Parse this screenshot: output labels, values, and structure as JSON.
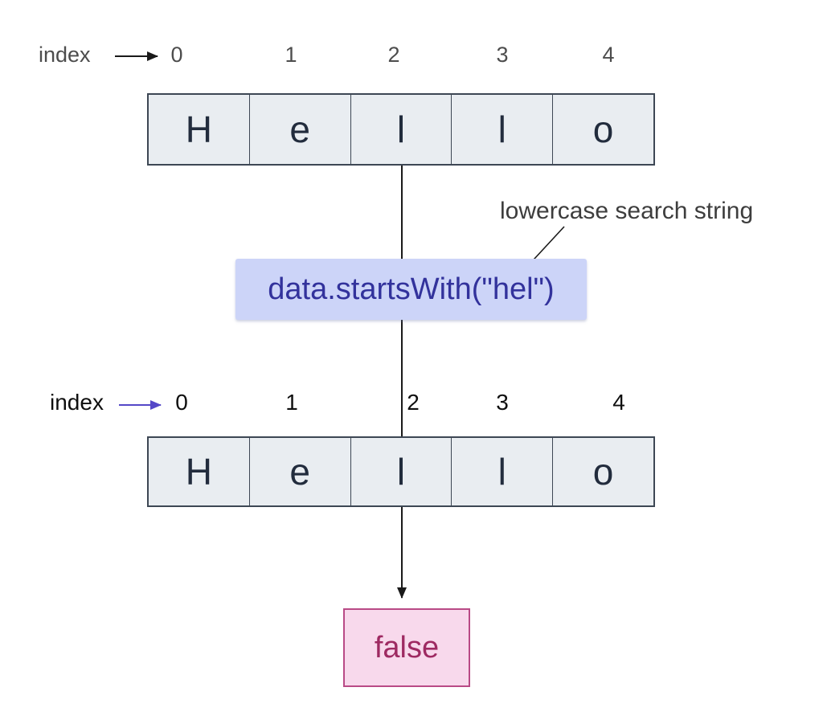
{
  "top_index_row": {
    "label": "index",
    "numbers": [
      "0",
      "1",
      "2",
      "3",
      "4"
    ]
  },
  "array_top": {
    "letters": [
      "H",
      "e",
      "l",
      "l",
      "o"
    ]
  },
  "annotation": {
    "text": "lowercase search string"
  },
  "method_call": {
    "code": "data.startsWith(\"hel\")"
  },
  "bottom_index_row": {
    "label": "index",
    "numbers": [
      "0",
      "1",
      "2",
      "3",
      "4"
    ]
  },
  "array_bottom": {
    "letters": [
      "H",
      "e",
      "l",
      "l",
      "o"
    ]
  },
  "result_box": {
    "label": "false"
  },
  "colors": {
    "cell_bg": "#e9edf1",
    "cell_border": "#3d4754",
    "cell_letter": "#222c3d",
    "method_bg": "#ccd4f8",
    "method_text": "#32329c",
    "annotation_text": "#3d3d3d",
    "result_bg": "#f8d9ec",
    "result_border": "#b94a86",
    "result_text": "#9e2a62",
    "top_index_text": "#4d4d4d",
    "bottom_index_text": "#0f0f0f",
    "connector_black": "#1a1a1a",
    "index_arrow_purple": "#5548c8"
  }
}
